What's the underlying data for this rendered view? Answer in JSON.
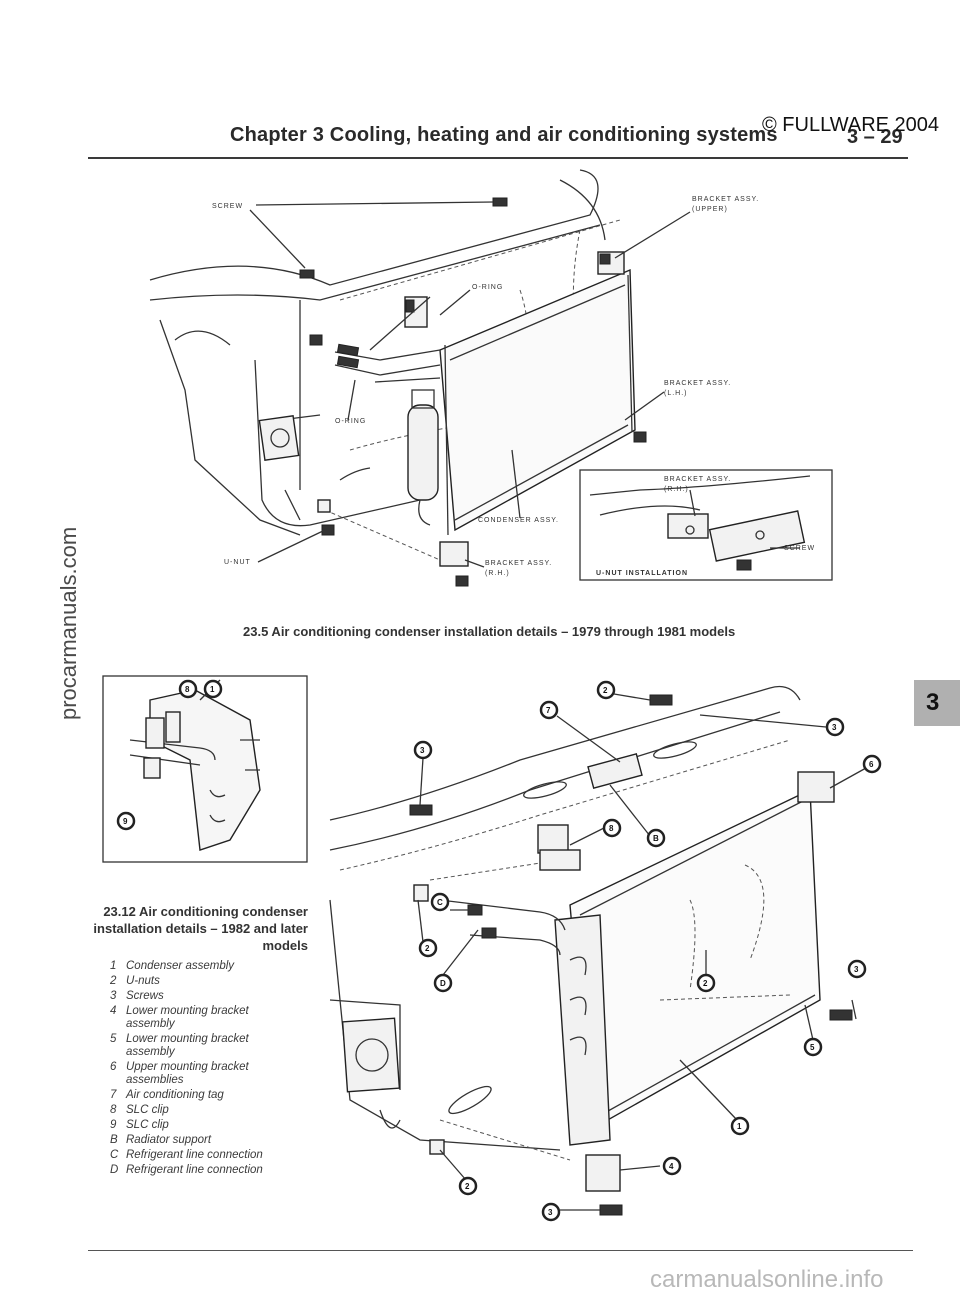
{
  "header": {
    "title": "Chapter 3   Cooling, heating and air conditioning systems",
    "page_number": "3 – 29",
    "copyright": "© FULLWARE 2004"
  },
  "chapter_tab": "3",
  "watermarks": {
    "side": "procarmanuals.com",
    "bottom": "carmanualsonline.info"
  },
  "figure1": {
    "caption": "23.5  Air conditioning condenser installation details – 1979 through 1981 models",
    "labels": {
      "screw": "SCREW",
      "bracket_upper_1": "BRACKET ASSY.",
      "bracket_upper_2": "(UPPER)",
      "oring_top": "O-RING",
      "oring_bottom": "O-RING",
      "bracket_lh_1": "BRACKET ASSY.",
      "bracket_lh_2": "(L.H.)",
      "bracket_rh_inset_1": "BRACKET ASSY.",
      "bracket_rh_inset_2": "(R.H.)",
      "condenser": "CONDENSER ASSY.",
      "screw_inset": "SCREW",
      "unut": "U-NUT",
      "bracket_rh_1": "BRACKET ASSY.",
      "bracket_rh_2": "(R.H.)",
      "unut_installation": "U-NUT INSTALLATION"
    }
  },
  "figure2": {
    "caption": "23.12  Air conditioning condenser installation details – 1982 and later models",
    "legend": [
      {
        "key": "1",
        "text": "Condenser assembly"
      },
      {
        "key": "2",
        "text": "U-nuts"
      },
      {
        "key": "3",
        "text": "Screws"
      },
      {
        "key": "4",
        "text": "Lower mounting bracket assembly"
      },
      {
        "key": "5",
        "text": "Lower mounting bracket assembly"
      },
      {
        "key": "6",
        "text": "Upper mounting bracket assemblies"
      },
      {
        "key": "7",
        "text": "Air conditioning tag"
      },
      {
        "key": "8",
        "text": "SLC clip"
      },
      {
        "key": "9",
        "text": "SLC clip"
      },
      {
        "key": "B",
        "text": "Radiator support"
      },
      {
        "key": "C",
        "text": "Refrigerant line connection"
      },
      {
        "key": "D",
        "text": "Refrigerant line connection"
      }
    ],
    "inset_callouts": [
      "8",
      "1",
      "9"
    ],
    "callouts": [
      "3",
      "7",
      "2",
      "6",
      "3",
      "8",
      "B",
      "C",
      "2",
      "D",
      "2",
      "3",
      "5",
      "1",
      "4",
      "2",
      "3"
    ]
  }
}
